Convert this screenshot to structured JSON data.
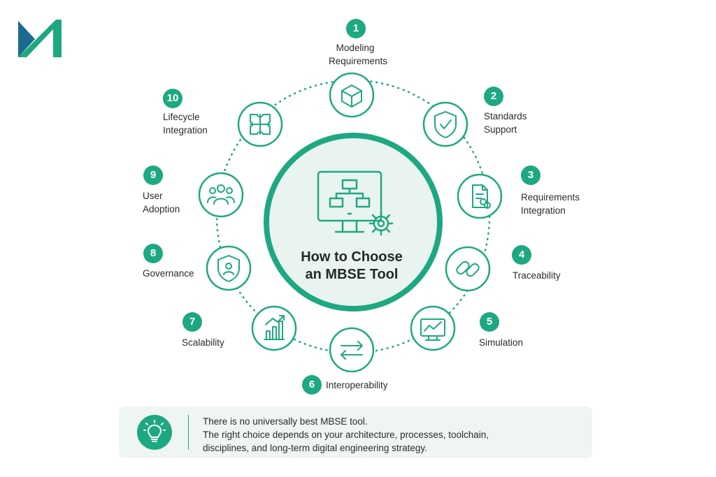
{
  "colors": {
    "accent": "#1ea882",
    "accent_dark": "#1b6b8f",
    "light_fill": "#eef5f2",
    "text": "#2b2b2b"
  },
  "center": {
    "title_line1": "How to Choose",
    "title_line2": "an MBSE Tool",
    "icon": "monitor-flowchart-gear-icon"
  },
  "items": [
    {
      "number": "1",
      "label_line1": "Modeling",
      "label_line2": "Requirements",
      "icon": "cube-icon"
    },
    {
      "number": "2",
      "label_line1": "Standards",
      "label_line2": "Support",
      "icon": "shield-check-icon"
    },
    {
      "number": "3",
      "label_line1": "Requirements",
      "label_line2": "Integration",
      "icon": "document-link-icon"
    },
    {
      "number": "4",
      "label_line1": "Traceability",
      "label_line2": "",
      "icon": "chain-link-icon"
    },
    {
      "number": "5",
      "label_line1": "Simulation",
      "label_line2": "",
      "icon": "monitor-chart-icon"
    },
    {
      "number": "6",
      "label_line1": "Interoperability",
      "label_line2": "",
      "icon": "swap-arrows-icon"
    },
    {
      "number": "7",
      "label_line1": "Scalability",
      "label_line2": "",
      "icon": "bar-chart-growth-icon"
    },
    {
      "number": "8",
      "label_line1": "Governance",
      "label_line2": "",
      "icon": "shield-user-icon"
    },
    {
      "number": "9",
      "label_line1": "User",
      "label_line2": "Adoption",
      "icon": "users-group-icon"
    },
    {
      "number": "10",
      "label_line1": "Lifecycle",
      "label_line2": "Integration",
      "icon": "puzzle-icon"
    }
  ],
  "note": {
    "icon": "lightbulb-icon",
    "line1": "There is no universally best MBSE tool.",
    "line2": "The right choice depends on your architecture, processes, toolchain,",
    "line3": "disciplines, and long-term digital engineering strategy."
  }
}
